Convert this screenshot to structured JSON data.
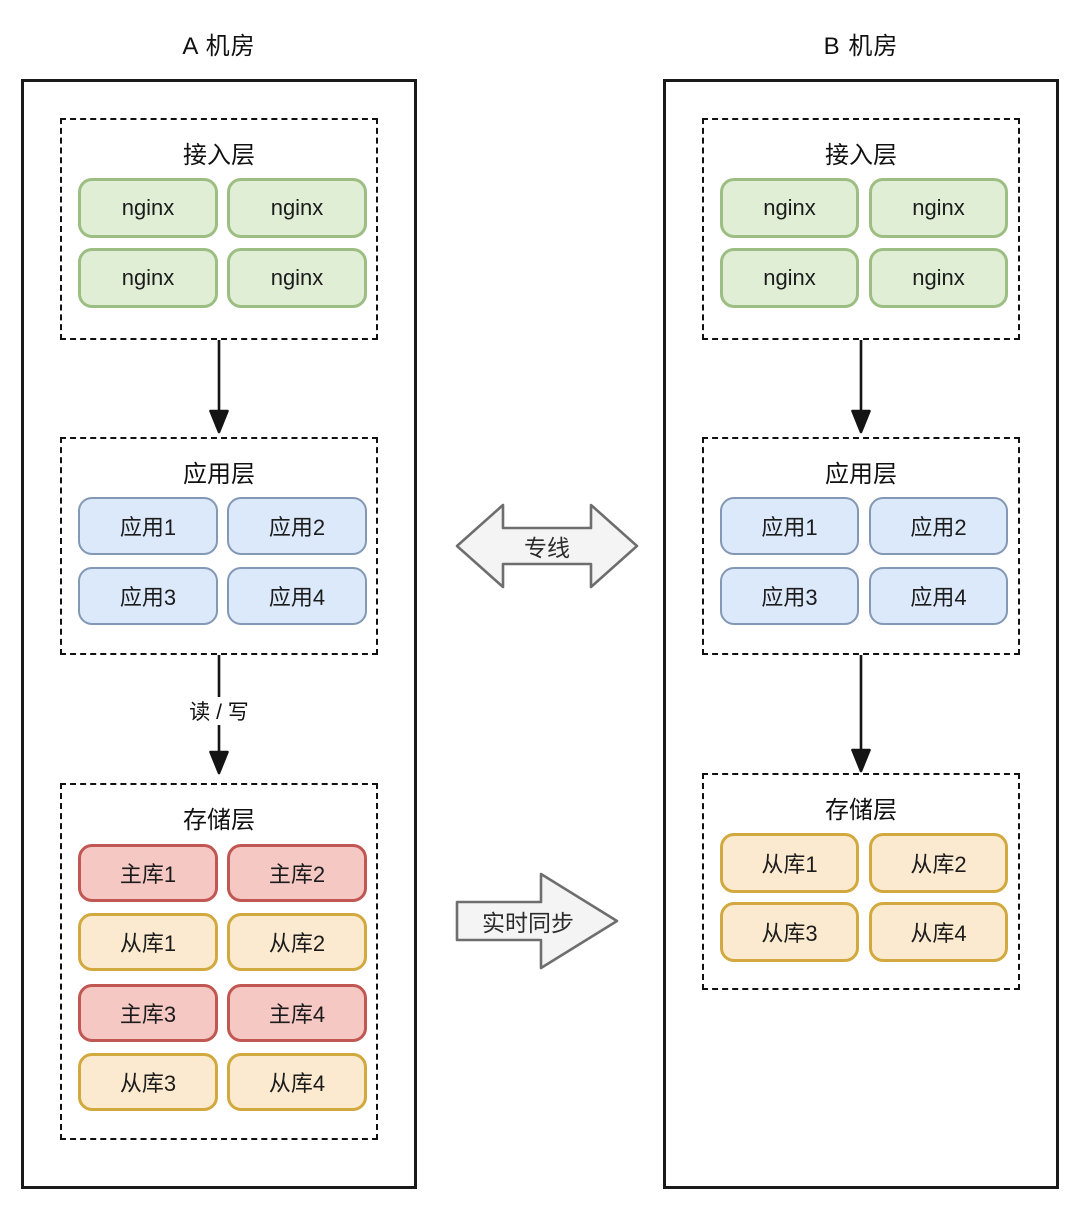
{
  "colors": {
    "green_fill": "#e0eed6",
    "green_stroke": "#9cbe82",
    "blue_fill": "#dce9fa",
    "blue_stroke": "#8398b5",
    "red_fill": "#f5c8c4",
    "red_stroke": "#c05752",
    "orange_fill": "#fcead0",
    "orange_stroke": "#d2a93e",
    "arrow_fill": "#f4f4f4",
    "arrow_stroke": "#6e6e6e",
    "line": "#141414"
  },
  "dc_a": {
    "title": "A 机房",
    "access": {
      "title": "接入层",
      "nodes": [
        "nginx",
        "nginx",
        "nginx",
        "nginx"
      ]
    },
    "app": {
      "title": "应用层",
      "nodes": [
        "应用1",
        "应用2",
        "应用3",
        "应用4"
      ]
    },
    "storage": {
      "title": "存储层",
      "nodes": [
        "主库1",
        "主库2",
        "从库1",
        "从库2",
        "主库3",
        "主库4",
        "从库3",
        "从库4"
      ]
    },
    "rw_label": "读 / 写"
  },
  "dc_b": {
    "title": "B 机房",
    "access": {
      "title": "接入层",
      "nodes": [
        "nginx",
        "nginx",
        "nginx",
        "nginx"
      ]
    },
    "app": {
      "title": "应用层",
      "nodes": [
        "应用1",
        "应用2",
        "应用3",
        "应用4"
      ]
    },
    "storage": {
      "title": "存储层",
      "nodes": [
        "从库1",
        "从库2",
        "从库3",
        "从库4"
      ]
    }
  },
  "connectors": {
    "dedicated_line": "专线",
    "realtime_sync": "实时同步"
  }
}
